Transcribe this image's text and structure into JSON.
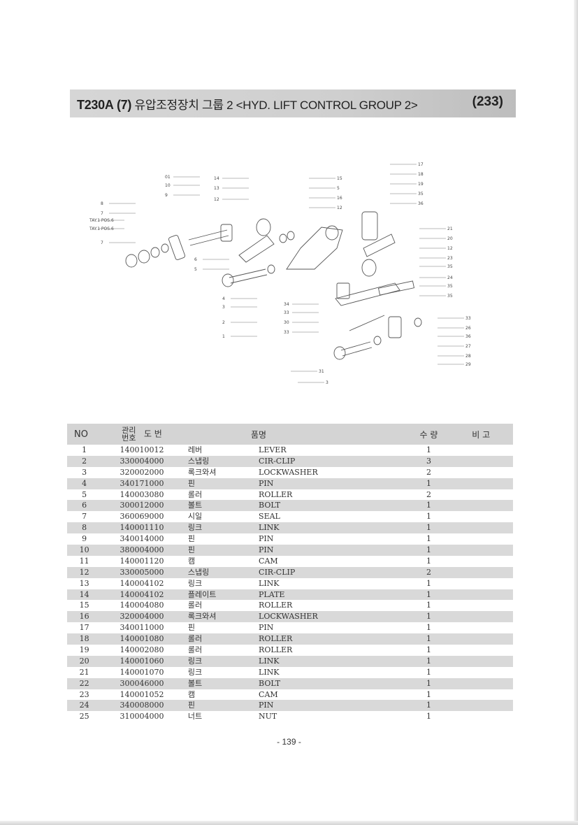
{
  "header": {
    "model": "T230A",
    "section": "(7)",
    "title": "유압조정장치 그룹 2 <HYD. LIFT CONTROL GROUP 2>",
    "page_ref": "(233)"
  },
  "diagram_labels": [
    "01",
    "10",
    "9",
    "14",
    "13",
    "12",
    "8",
    "7",
    "TAY.1 POS.6",
    "TAY.1 POS.6",
    "7",
    "6",
    "5",
    "15",
    "5",
    "16",
    "12",
    "4",
    "3",
    "2",
    "1",
    "34",
    "33",
    "30",
    "33",
    "17",
    "18",
    "19",
    "35",
    "36",
    "21",
    "20",
    "12",
    "23",
    "35",
    "24",
    "35",
    "35",
    "33",
    "26",
    "36",
    "27",
    "28",
    "29",
    "31",
    "3"
  ],
  "table": {
    "headers": {
      "no": "NO",
      "mgmt_top": "관리",
      "mgmt_bottom": "번호",
      "drawing": "도     번",
      "name_kor": "품",
      "name_eng": "명",
      "qty": "수  량",
      "remark": "비  고"
    },
    "rows": [
      {
        "no": "1",
        "code": "140010012",
        "kor": "레버",
        "eng": "LEVER",
        "qty": "1"
      },
      {
        "no": "2",
        "code": "330004000",
        "kor": "스냅링",
        "eng": "CIR-CLIP",
        "qty": "3"
      },
      {
        "no": "3",
        "code": "320002000",
        "kor": "록크와셔",
        "eng": "LOCKWASHER",
        "qty": "2"
      },
      {
        "no": "4",
        "code": "340171000",
        "kor": "핀",
        "eng": "PIN",
        "qty": "1"
      },
      {
        "no": "5",
        "code": "140003080",
        "kor": "롤러",
        "eng": "ROLLER",
        "qty": "2"
      },
      {
        "no": "6",
        "code": "300012000",
        "kor": "볼트",
        "eng": "BOLT",
        "qty": "1"
      },
      {
        "no": "7",
        "code": "360069000",
        "kor": "시일",
        "eng": "SEAL",
        "qty": "1"
      },
      {
        "no": "8",
        "code": "140001110",
        "kor": "링크",
        "eng": "LINK",
        "qty": "1"
      },
      {
        "no": "9",
        "code": "340014000",
        "kor": "핀",
        "eng": "PIN",
        "qty": "1"
      },
      {
        "no": "10",
        "code": "380004000",
        "kor": "핀",
        "eng": "PIN",
        "qty": "1"
      },
      {
        "no": "11",
        "code": "140001120",
        "kor": "캠",
        "eng": "CAM",
        "qty": "1"
      },
      {
        "no": "12",
        "code": "330005000",
        "kor": "스냅링",
        "eng": "CIR-CLIP",
        "qty": "2"
      },
      {
        "no": "13",
        "code": "140004102",
        "kor": "링크",
        "eng": "LINK",
        "qty": "1"
      },
      {
        "no": "14",
        "code": "140004102",
        "kor": "플레이트",
        "eng": "PLATE",
        "qty": "1"
      },
      {
        "no": "15",
        "code": "140004080",
        "kor": "롤러",
        "eng": "ROLLER",
        "qty": "1"
      },
      {
        "no": "16",
        "code": "320004000",
        "kor": "록크와셔",
        "eng": "LOCKWASHER",
        "qty": "1"
      },
      {
        "no": "17",
        "code": "340011000",
        "kor": "핀",
        "eng": "PIN",
        "qty": "1"
      },
      {
        "no": "18",
        "code": "140001080",
        "kor": "롤러",
        "eng": "ROLLER",
        "qty": "1"
      },
      {
        "no": "19",
        "code": "140002080",
        "kor": "롤러",
        "eng": "ROLLER",
        "qty": "1"
      },
      {
        "no": "20",
        "code": "140001060",
        "kor": "링크",
        "eng": "LINK",
        "qty": "1"
      },
      {
        "no": "21",
        "code": "140001070",
        "kor": "링크",
        "eng": "LINK",
        "qty": "1"
      },
      {
        "no": "22",
        "code": "300046000",
        "kor": "볼트",
        "eng": "BOLT",
        "qty": "1"
      },
      {
        "no": "23",
        "code": "140001052",
        "kor": "캠",
        "eng": "CAM",
        "qty": "1"
      },
      {
        "no": "24",
        "code": "340008000",
        "kor": "핀",
        "eng": "PIN",
        "qty": "1"
      },
      {
        "no": "25",
        "code": "310004000",
        "kor": "너트",
        "eng": "NUT",
        "qty": "1"
      }
    ]
  },
  "footer": {
    "page_number": "- 139 -"
  }
}
